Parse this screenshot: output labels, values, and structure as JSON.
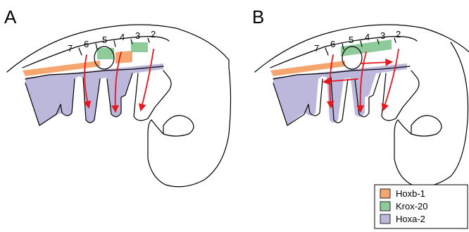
{
  "panels": [
    {
      "letter": "A",
      "rhombomeres": [
        "7",
        "6",
        "5",
        "4",
        "3",
        "2"
      ]
    },
    {
      "letter": "B",
      "rhombomeres": [
        "7",
        "6",
        "5",
        "4",
        "3",
        "2"
      ]
    }
  ],
  "legend": [
    {
      "label": "Hoxb-1",
      "color": "#f5a66f"
    },
    {
      "label": "Krox-20",
      "color": "#8fca9b"
    },
    {
      "label": "Hoxa-2",
      "color": "#bcb8dc"
    }
  ],
  "colors": {
    "outline": "#000000",
    "arrow": "#e8161f"
  }
}
